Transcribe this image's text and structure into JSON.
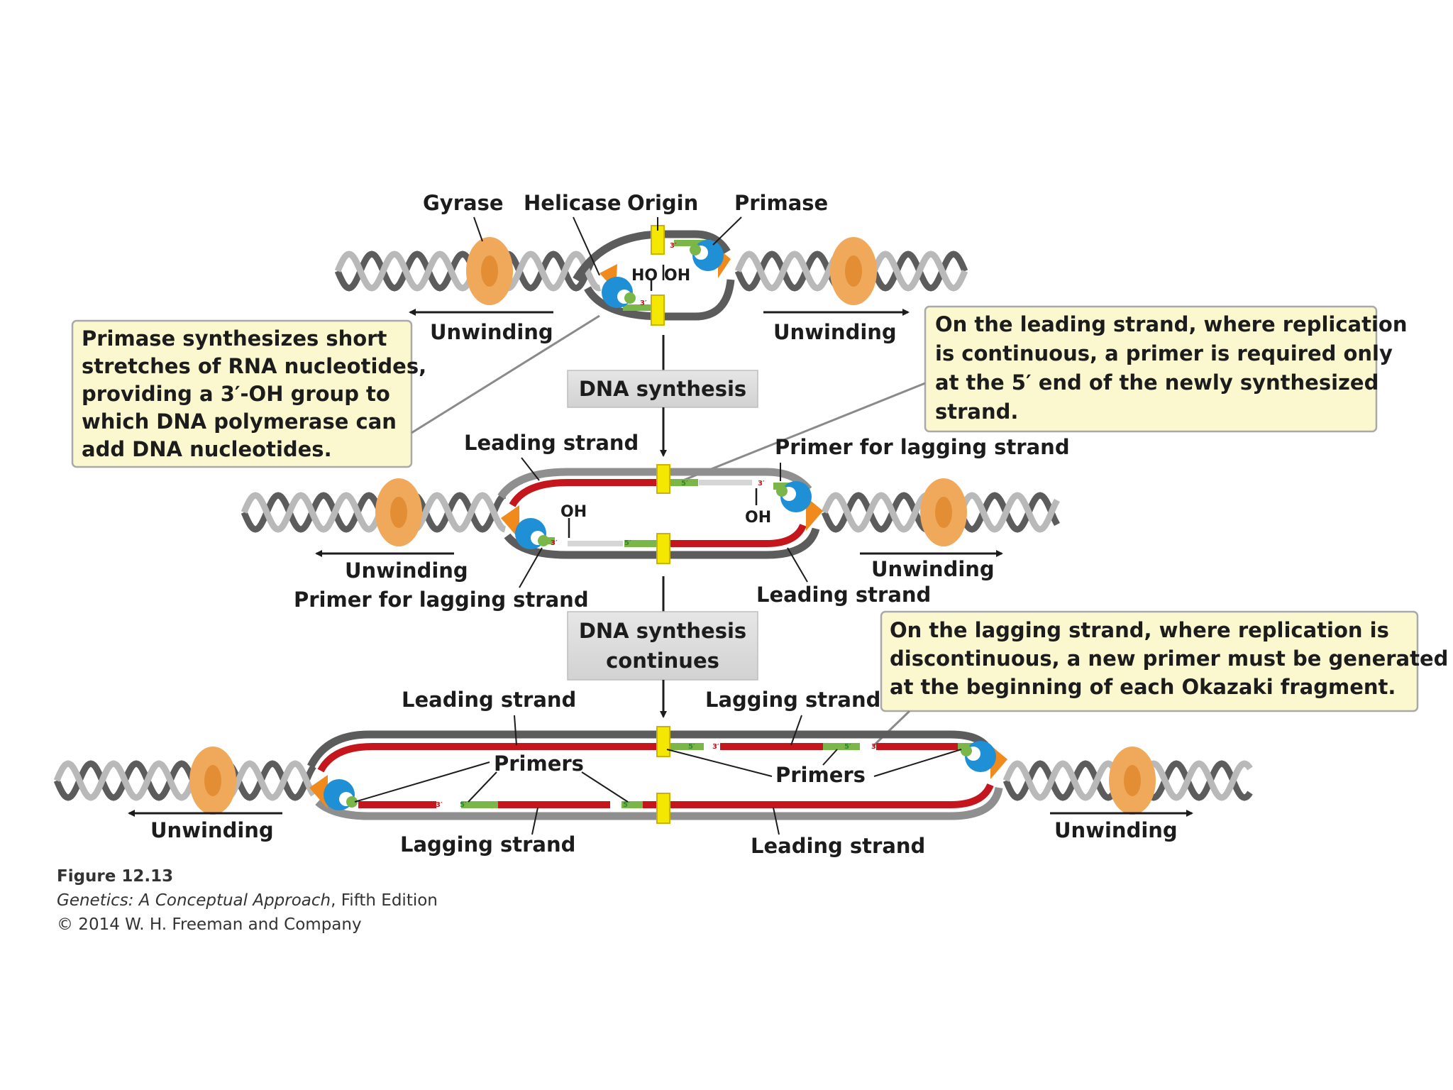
{
  "colors": {
    "template_strand": "#5c5c5c",
    "light_strand": "#b9b9b9",
    "new_dna": "#c4161c",
    "rna_primer": "#7ab648",
    "origin": "#f5e800",
    "gyrase": "#f0a95a",
    "helicase": "#f08a1c",
    "primase": "#1f8fd6",
    "callout_fill": "#fbf7cf",
    "step_box_fill": "#dcdcdc"
  },
  "top_labels": {
    "gyrase": "Gyrase",
    "helicase": "Helicase",
    "origin": "Origin",
    "primase": "Primase",
    "ho": "HO",
    "oh": "OH"
  },
  "unwinding": "Unwinding",
  "steps": {
    "step1": "DNA synthesis",
    "step2_line1": "DNA synthesis",
    "step2_line2": "continues"
  },
  "callouts": {
    "primase_note": [
      "Primase synthesizes short",
      "stretches of RNA nucleotides,",
      "providing a 3′-OH group to",
      "which DNA polymerase can",
      "add DNA nucleotides."
    ],
    "leading_note": [
      "On the leading strand, where replication",
      "is continuous, a primer is required only",
      "at the 5′ end of the newly synthesized",
      "strand."
    ],
    "lagging_note": [
      "On the lagging strand, where replication is",
      "discontinuous, a new primer must be generated",
      "at the beginning of each Okazaki fragment."
    ]
  },
  "middle_labels": {
    "leading_strand_top": "Leading strand",
    "primer_for_lagging_right": "Primer for lagging strand",
    "oh_left": "OH",
    "oh_right": "OH",
    "primer_for_lagging_left": "Primer for lagging strand",
    "leading_strand_bottom": "Leading strand"
  },
  "bottom_labels": {
    "leading_strand_top": "Leading strand",
    "lagging_strand_top": "Lagging strand",
    "primers_left": "Primers",
    "primers_right": "Primers",
    "lagging_strand_bottom": "Lagging strand",
    "leading_strand_bottom": "Leading strand"
  },
  "end_marks": {
    "three_prime": "3′",
    "five_prime": "5′"
  },
  "caption": {
    "figure": "Figure 12.13",
    "book_title": "Genetics: A Conceptual Approach",
    "edition": ", Fifth Edition",
    "copyright": "© 2014 W. H. Freeman and Company"
  }
}
